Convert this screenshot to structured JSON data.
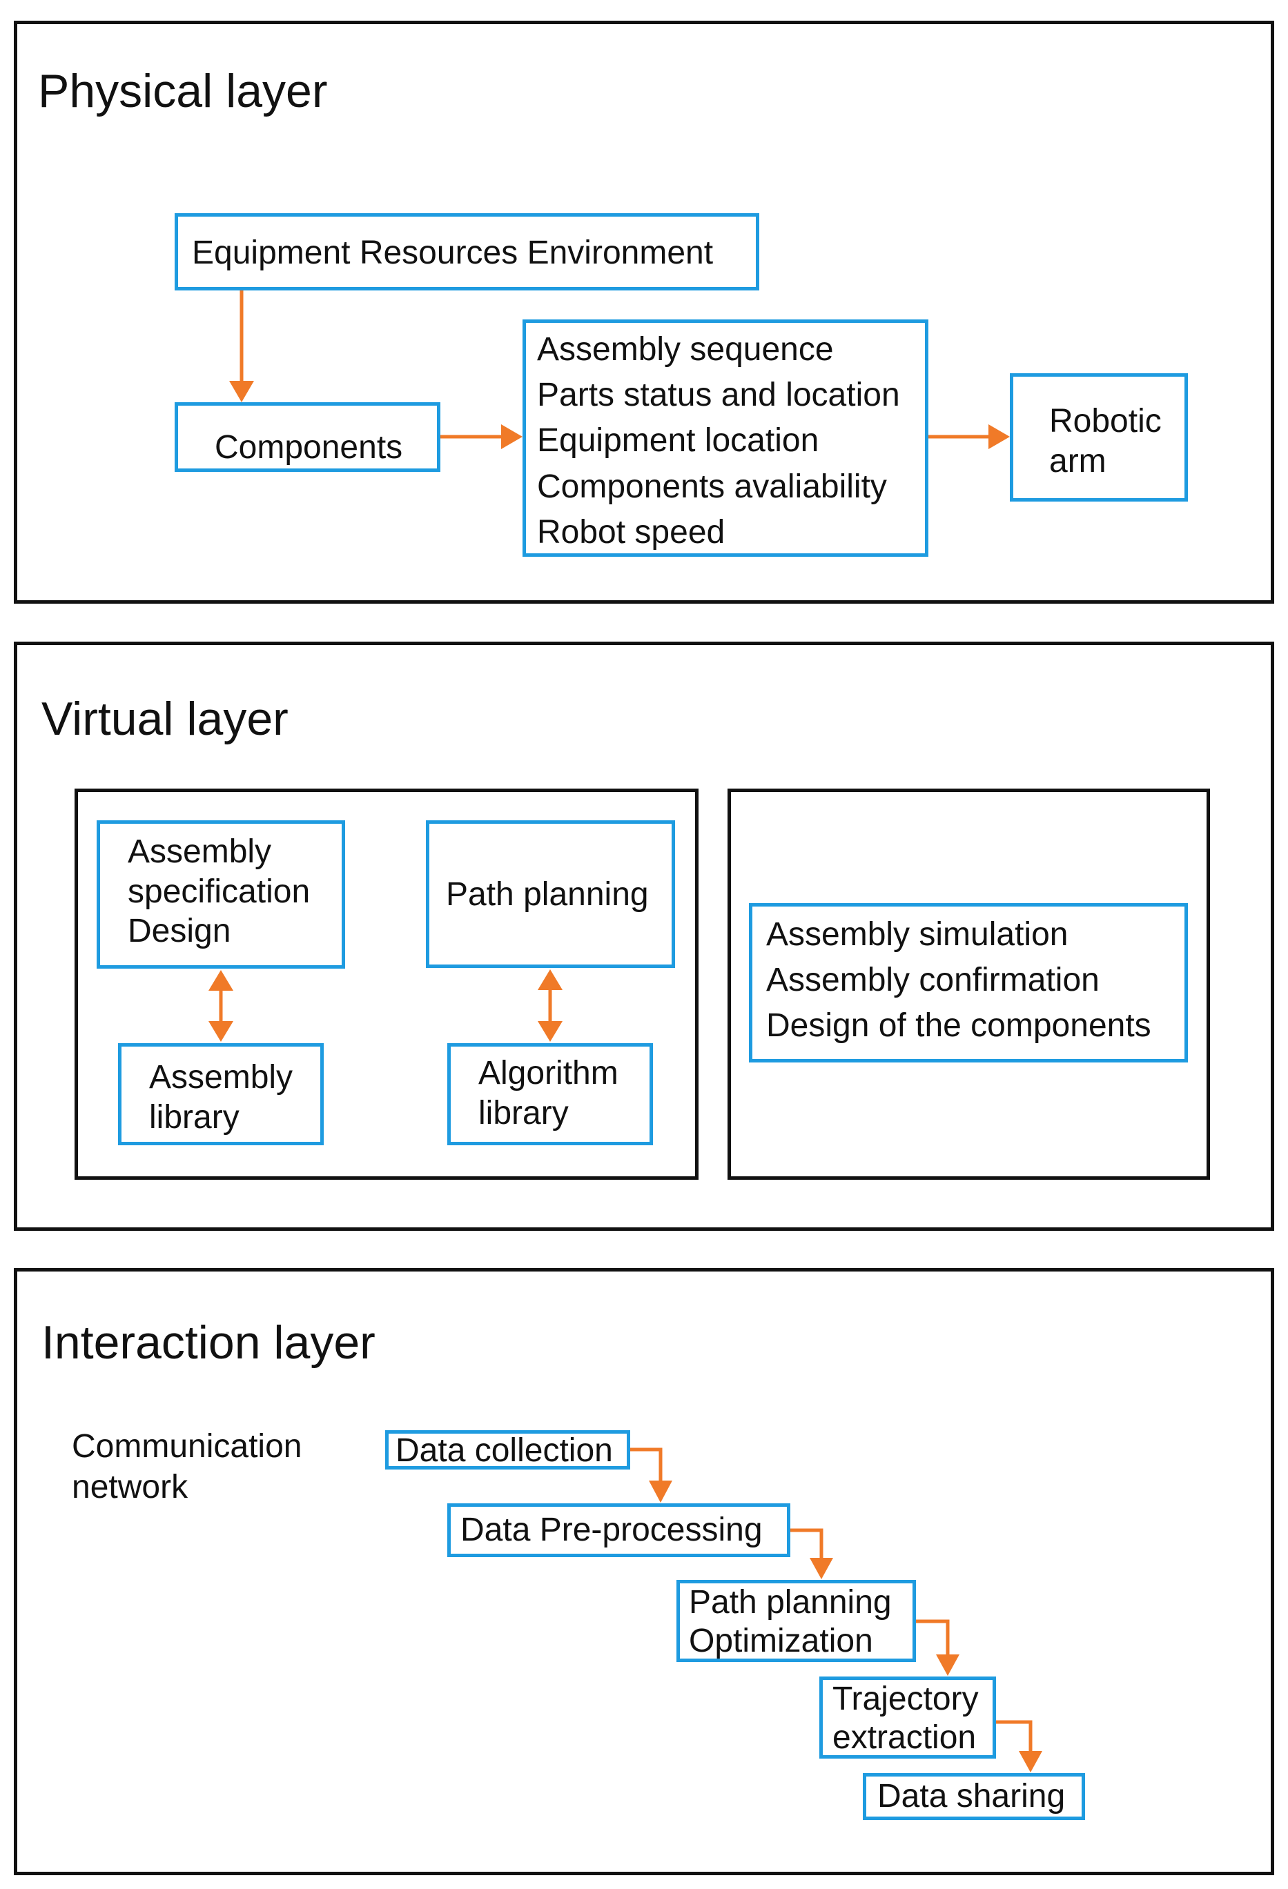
{
  "physical": {
    "title": "Physical layer",
    "equipment": "Equipment Resources Environment",
    "components": "Components",
    "info": [
      "Assembly sequence",
      "Parts status and location",
      "Equipment location",
      "Components avaliability",
      "Robot speed"
    ],
    "robotic_arm": [
      "Robotic",
      "arm"
    ]
  },
  "virtual": {
    "title": "Virtual layer",
    "assembly_spec": [
      "Assembly",
      "specification",
      "Design"
    ],
    "assembly_library": [
      "Assembly",
      "library"
    ],
    "path_planning": "Path planning",
    "algorithm_library": [
      "Algorithm",
      "library"
    ],
    "simulation": [
      "Assembly simulation",
      "Assembly confirmation",
      "Design of the components"
    ]
  },
  "interaction": {
    "title": "Interaction layer",
    "network": [
      "Communication",
      "network"
    ],
    "steps": {
      "data_collection": "Data collection",
      "data_preprocessing": "Data Pre-processing",
      "path_planning_opt": [
        "Path planning",
        "Optimization"
      ],
      "trajectory": [
        "Trajectory",
        "extraction"
      ],
      "data_sharing": "Data sharing"
    }
  },
  "colors": {
    "box_border": "#1e9be0",
    "arrow": "#f07a28",
    "frame": "#111111"
  }
}
